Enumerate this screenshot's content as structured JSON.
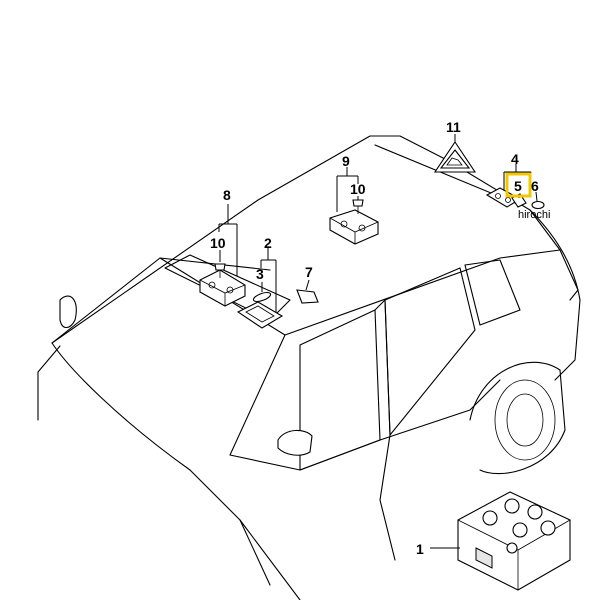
{
  "callouts": {
    "c1": "1",
    "c2": "2",
    "c3": "3",
    "c4": "4",
    "c5": "5",
    "c6": "6",
    "c7": "7",
    "c8": "8",
    "c9": "9",
    "c10a": "10",
    "c10b": "10",
    "c11": "11"
  },
  "watermark": "hirochi",
  "highlight_color": "#f2c800"
}
